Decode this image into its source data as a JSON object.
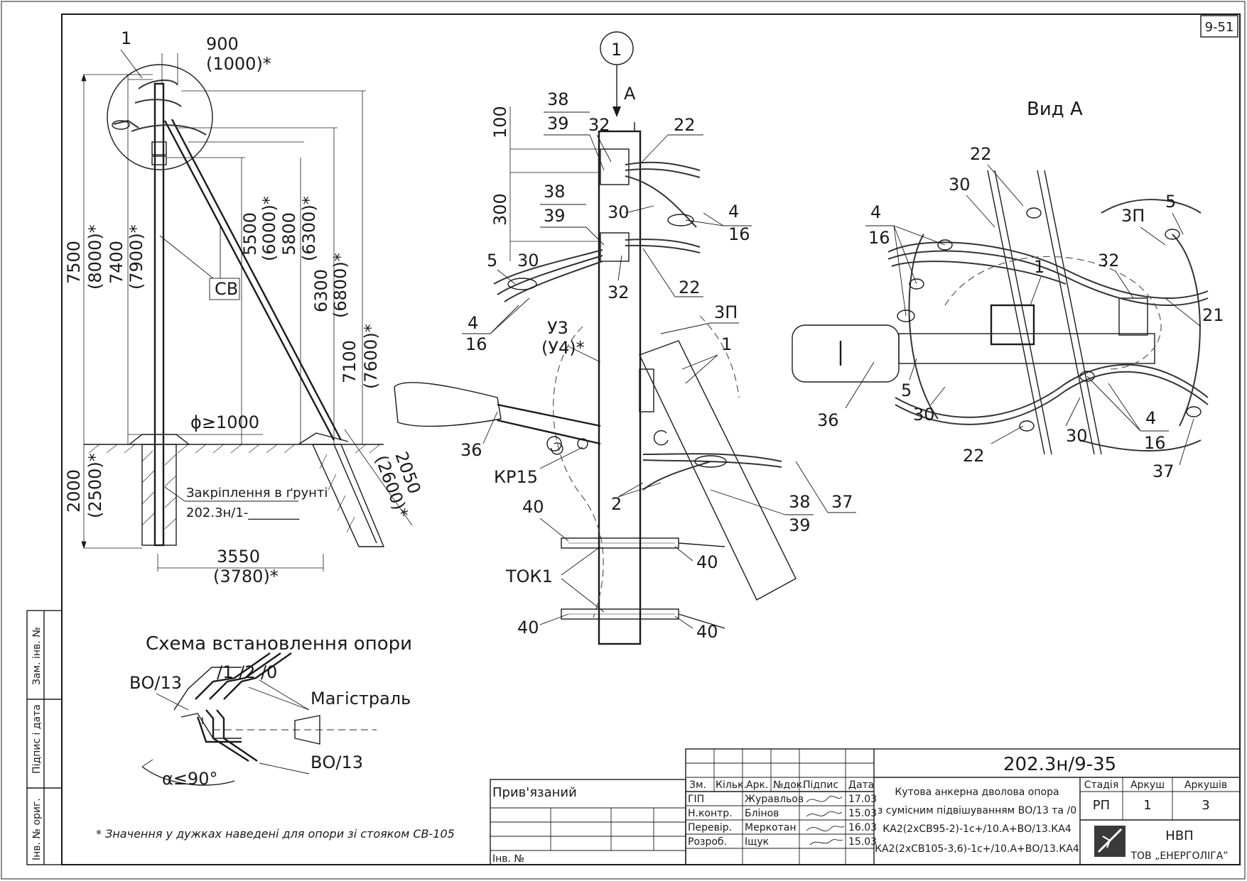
{
  "sheet": {
    "number_tag": "9-51",
    "section_mark": "1",
    "view_title": "Вид А",
    "view_arrow_label": "А"
  },
  "side_view": {
    "callout_1": "1",
    "dims": {
      "top_offset": "900",
      "top_offset_alt": "(1000)*",
      "h_7500": "7500",
      "h_7500_alt": "(8000)*",
      "h_7400": "7400",
      "h_7400_alt": "(7900)*",
      "h_5500": "5500",
      "h_5500_alt": "(6000)*",
      "h_5800": "5800",
      "h_5800_alt": "(6300)*",
      "h_6300": "6300",
      "h_6300_alt": "(6800)*",
      "h_7100": "7100",
      "h_7100_alt": "(7600)*",
      "foundation_dia": "ϕ≥1000",
      "depth_2000": "2000",
      "depth_2000_alt": "(2500)*",
      "strut_2050": "2050",
      "strut_2050_alt": "(2600)*",
      "base_3550": "3550",
      "base_3550_alt": "(3780)*"
    },
    "sv_label": "СВ",
    "ground_fix_title": "Закріплення в ґрунті",
    "ground_fix_code": "202.3н/1-________"
  },
  "detail_view": {
    "labels": [
      "38",
      "39",
      "32",
      "22",
      "100",
      "300",
      "38",
      "39",
      "30",
      "4",
      "16",
      "5",
      "30",
      "32",
      "22",
      "4",
      "16",
      "У3",
      "(У4)*",
      "3П",
      "1",
      "36",
      "КР15",
      "2",
      "38",
      "39",
      "37",
      "40",
      "40",
      "ТОК1",
      "40",
      "40"
    ]
  },
  "view_a": {
    "labels": [
      "22",
      "30",
      "4",
      "16",
      "1",
      "32",
      "3П",
      "5",
      "21",
      "5",
      "36",
      "30",
      "22",
      "30",
      "4",
      "16",
      "37"
    ]
  },
  "scheme": {
    "title": "Схема встановлення опори",
    "top_labels": "/1 /2 /0",
    "left_label": "ВО/13",
    "main_label": "Магістраль",
    "bottom_label": "ВО/13",
    "angle": "α≤90°"
  },
  "footnote": "* Значення у дужках наведені для опори зі стояком СВ-105",
  "side_stamp": {
    "cell1": "Зам. інв. №",
    "cell2": "Підпис і дата",
    "cell3": "Інв. № ориг."
  },
  "title_block": {
    "linked_label": "Прив'язаний",
    "inv_label": "Інв. №",
    "doc_code": "202.3н/9-35",
    "head": [
      "Зм.",
      "Кільк.",
      "Арк.",
      "№док.",
      "Підпис",
      "Дата"
    ],
    "rows": [
      {
        "role": "ГІП",
        "name": "Журавльов",
        "date": "17.03"
      },
      {
        "role": "Н.контр.",
        "name": "Блінов",
        "date": "15.03"
      },
      {
        "role": "Перевір.",
        "name": "Меркотан",
        "date": "16.03"
      },
      {
        "role": "Розроб.",
        "name": "Іщук",
        "date": "15.03"
      }
    ],
    "desc_lines": [
      "Кутова анкерна дволова опора",
      "з сумісним підвішуванням ВО/13 та /0",
      "КА2(2хСВ95-2)-1с+/10.А+ВО/13.КА4",
      "КА2(2хСВ105-3,6)-1с+/10.А+ВО/13.КА4"
    ],
    "stage_head": "Стадія",
    "sheet_head": "Аркуш",
    "sheets_head": "Аркушів",
    "stage": "РП",
    "sheet": "1",
    "sheets": "3",
    "company_1": "НВП",
    "company_2": "ТОВ „ЕНЕРГОЛІГА”"
  }
}
